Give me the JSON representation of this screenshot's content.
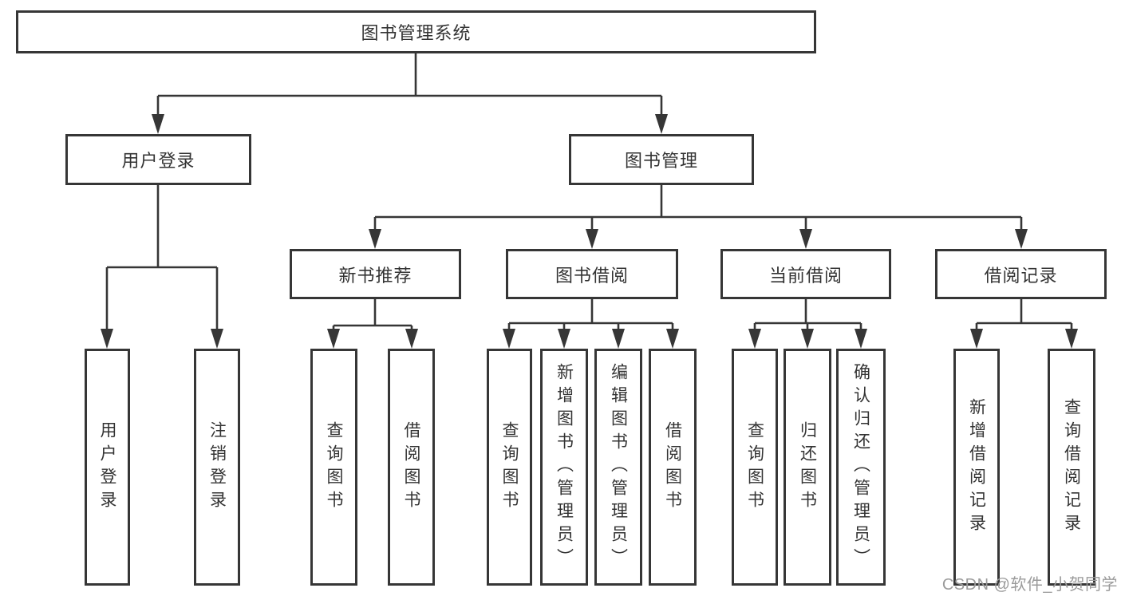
{
  "diagram": {
    "type": "hierarchy-diagram",
    "root": {
      "label": "图书管理系统",
      "children": [
        {
          "label": "用户登录",
          "children": [
            {
              "label": "用户登录"
            },
            {
              "label": "注销登录"
            }
          ]
        },
        {
          "label": "图书管理",
          "children": [
            {
              "label": "新书推荐",
              "children": [
                {
                  "label": "查询图书"
                },
                {
                  "label": "借阅图书"
                }
              ]
            },
            {
              "label": "图书借阅",
              "children": [
                {
                  "label": "查询图书"
                },
                {
                  "label": "新增图书（管理员）"
                },
                {
                  "label": "编辑图书（管理员）"
                },
                {
                  "label": "借阅图书"
                }
              ]
            },
            {
              "label": "当前借阅",
              "children": [
                {
                  "label": "查询图书"
                },
                {
                  "label": "归还图书"
                },
                {
                  "label": "确认归还（管理员）"
                }
              ]
            },
            {
              "label": "借阅记录",
              "children": [
                {
                  "label": "新增借阅记录"
                },
                {
                  "label": "查询借阅记录"
                }
              ]
            }
          ]
        }
      ]
    }
  },
  "colors": {
    "line": "#363636",
    "box_border": "#363636",
    "text": "#333333",
    "watermark": "#9b9b9b",
    "background": "#ffffff"
  },
  "watermark": {
    "text": "CSDN @软件_小贺同学"
  }
}
